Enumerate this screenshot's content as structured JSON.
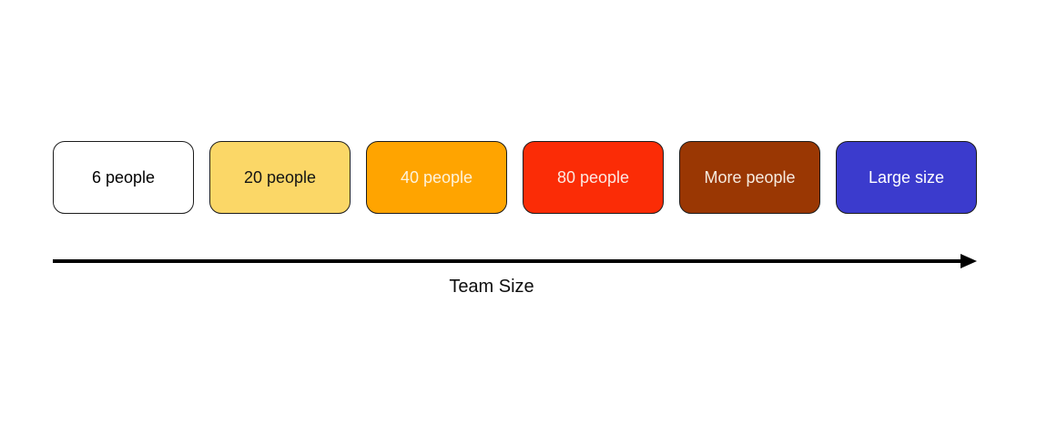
{
  "diagram": {
    "boxes": [
      {
        "label": "6 people",
        "fill": "#FFFFFF",
        "text_color": "#000000",
        "border_color": "#1c1c1c"
      },
      {
        "label": "20 people",
        "fill": "#FBD767",
        "text_color": "#141414",
        "border_color": "#1c1c1c"
      },
      {
        "label": "40 people",
        "fill": "#FFA400",
        "text_color": "#FDF3DA",
        "border_color": "#1c1c1c"
      },
      {
        "label": "80 people",
        "fill": "#FB2C06",
        "text_color": "#FCE8E0",
        "border_color": "#1c1c1c"
      },
      {
        "label": "More people",
        "fill": "#9A3703",
        "text_color": "#F6EBDF",
        "border_color": "#1c1c1c"
      },
      {
        "label": "Large size",
        "fill": "#3B3BCD",
        "text_color": "#FFFFFF",
        "border_color": "#1c1c1c"
      }
    ],
    "axis": {
      "label": "Team Size",
      "arrow_color": "#000000",
      "direction": "right"
    }
  }
}
